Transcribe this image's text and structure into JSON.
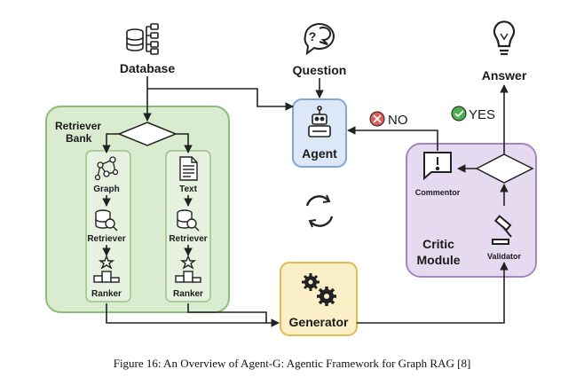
{
  "labels": {
    "database": "Database",
    "question": "Question",
    "answer": "Answer",
    "retriever_bank_line1": "Retriever",
    "retriever_bank_line2": "Bank",
    "graph": "Graph",
    "text": "Text",
    "retriever": "Retriever",
    "ranker": "Ranker",
    "agent": "Agent",
    "no": "NO",
    "yes": "YES",
    "commentor": "Commentor",
    "critic_line1": "Critic",
    "critic_line2": "Module",
    "validator": "Validator",
    "generator": "Generator"
  },
  "caption": "Figure 16: An Overview of Agent-G: Agentic Framework for Graph RAG [8]",
  "colors": {
    "retriever_bank_fill": "#d9ecd0",
    "retriever_bank_stroke": "#8dbb78",
    "agent_fill": "#dce8f8",
    "agent_stroke": "#7fa6d6",
    "critic_fill": "#e6daf0",
    "critic_stroke": "#a487c2",
    "generator_fill": "#fbefc8",
    "generator_stroke": "#e0bb4e",
    "no_icon": "#e05a5a",
    "yes_icon": "#4caf50"
  },
  "icons": [
    "database-icon",
    "question-chat-icon",
    "lightbulb-icon",
    "graph-icon",
    "document-icon",
    "retriever-search-icon",
    "ranker-podium-icon",
    "robot-icon",
    "cancel-icon",
    "check-icon",
    "alert-chat-icon",
    "gavel-icon",
    "gears-icon",
    "cycle-icon"
  ]
}
